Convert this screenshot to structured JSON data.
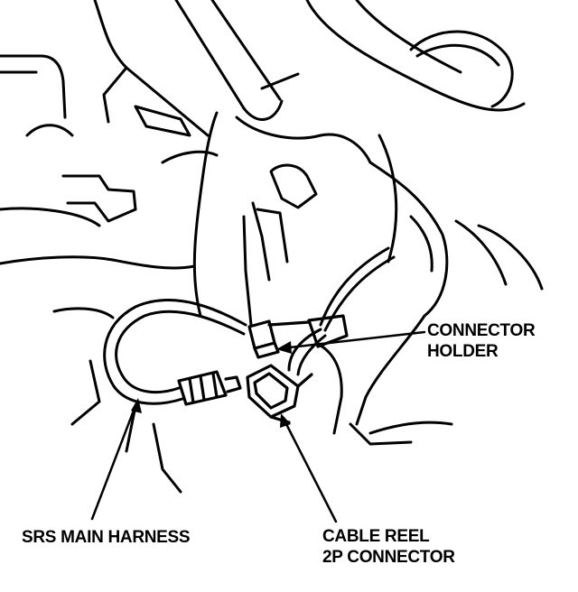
{
  "colors": {
    "ink": "#000000",
    "paper": "#ffffff"
  },
  "labels": {
    "connector_holder": [
      "CONNECTOR",
      "HOLDER"
    ],
    "srs_main_harness": "SRS MAIN HARNESS",
    "cable_reel_connector": [
      "CABLE REEL",
      "2P CONNECTOR"
    ]
  }
}
